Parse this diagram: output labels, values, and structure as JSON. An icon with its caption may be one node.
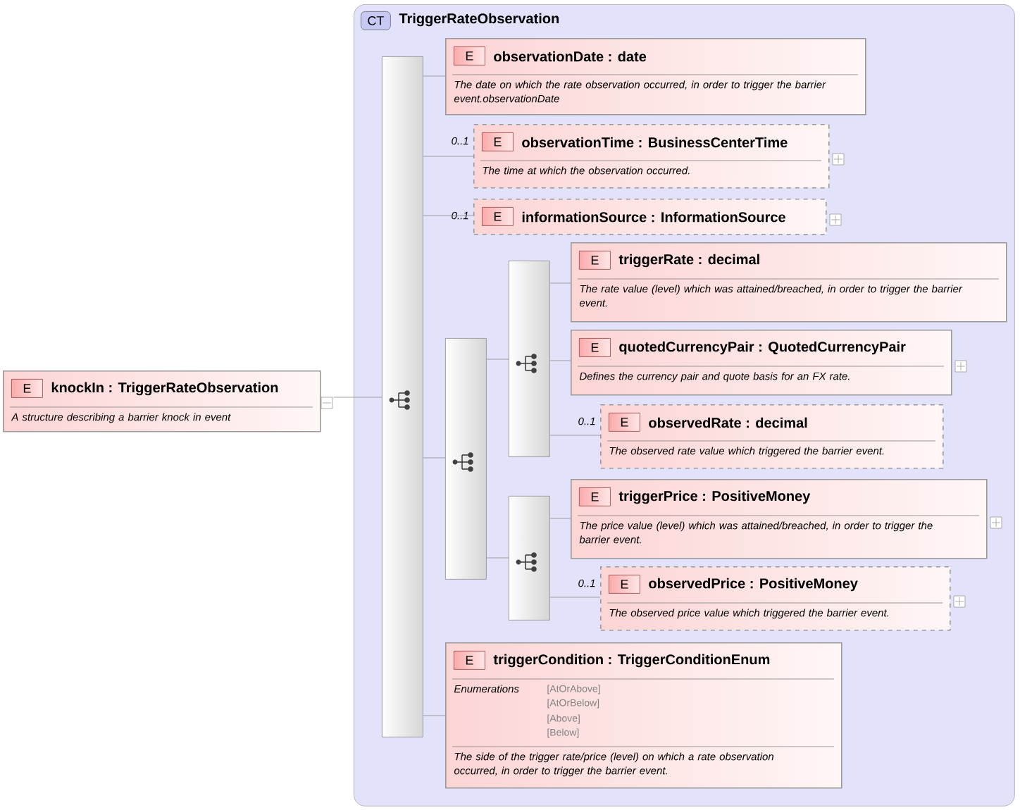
{
  "diagram": {
    "nodes": [
      {
        "text": [
          "E",
          "knockIn : TriggerRateObservation",
          "A structure describing a barrier knock in event"
        ]
      },
      {
        "text": [
          "CT",
          "TriggerRateObservation"
        ]
      },
      {
        "text": [],
        "shape": "bar",
        "in": 1
      },
      {
        "text": [
          "E",
          "observationDate : date",
          "The date on which the rate observation occurred, in order to trigger the barrier event.observationDate"
        ],
        "in": 1
      },
      {
        "text": [
          "E",
          "observationTime : BusinessCenterTime",
          "The time at which the observation occurred."
        ],
        "in": 1,
        "beside": [
          "0..1"
        ]
      },
      {
        "text": [
          "E",
          "informationSource : InformationSource"
        ],
        "in": 1,
        "beside": [
          "0..1"
        ]
      },
      {
        "text": [],
        "shape": "bar",
        "in": 1
      },
      {
        "text": [],
        "shape": "bar",
        "in": 1
      },
      {
        "text": [
          "E",
          "triggerRate : decimal",
          "The rate value (level) which was attained/breached, in order to trigger the barrier event."
        ],
        "in": 1
      },
      {
        "text": [
          "E",
          "quotedCurrencyPair : QuotedCurrencyPair",
          "Defines the currency pair and quote basis for an FX rate."
        ],
        "in": 1
      },
      {
        "text": [
          "E",
          "observedRate : decimal",
          "The observed rate value which triggered the barrier event."
        ],
        "in": 1,
        "beside": [
          "0..1"
        ]
      },
      {
        "text": [],
        "shape": "bar",
        "in": 1
      },
      {
        "text": [
          "E",
          "triggerPrice : PositiveMoney",
          "The price value (level) which was attained/breached, in order to trigger the barrier event."
        ],
        "in": 1
      },
      {
        "text": [
          "E",
          "observedPrice : PositiveMoney",
          "The observed price value which triggered the barrier event."
        ],
        "in": 1,
        "beside": [
          "0..1"
        ]
      },
      {
        "text": [
          "E",
          "triggerCondition : TriggerConditionEnum",
          "Enumerations",
          "[AtOrAbove]",
          "[AtOrBelow]",
          "[Above]",
          "[Below]",
          "The side of the trigger rate/price (level) on which a rate observation occurred, in order to trigger the barrier event."
        ],
        "in": 1
      }
    ],
    "edges": [
      {
        "from": 0,
        "to": 2,
        "arrow": "none"
      },
      {
        "from": 2,
        "to": 3,
        "arrow": "none"
      },
      {
        "from": 2,
        "to": 4,
        "arrow": "none"
      },
      {
        "from": 2,
        "to": 5,
        "arrow": "none"
      },
      {
        "from": 2,
        "to": 6,
        "arrow": "none"
      },
      {
        "from": 2,
        "to": 14,
        "arrow": "none"
      },
      {
        "from": 6,
        "to": 7,
        "arrow": "none"
      },
      {
        "from": 6,
        "to": 11,
        "arrow": "none"
      },
      {
        "from": 7,
        "to": 8,
        "arrow": "none"
      },
      {
        "from": 7,
        "to": 9,
        "arrow": "none"
      },
      {
        "from": 7,
        "to": 10,
        "arrow": "none"
      },
      {
        "from": 11,
        "to": 12,
        "arrow": "none"
      },
      {
        "from": 11,
        "to": 13,
        "arrow": "none"
      }
    ]
  }
}
